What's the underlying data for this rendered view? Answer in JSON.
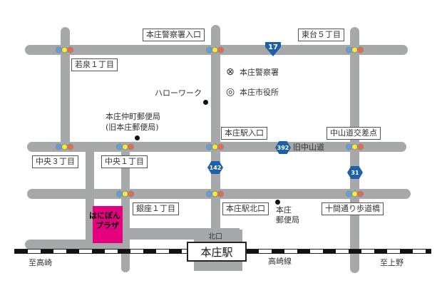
{
  "intersections": {
    "keisatsu_iriguchi": "本庄警察署入口",
    "higashidai": "東台５丁目",
    "wakaizumi": "若泉１丁目",
    "eki_iriguchi": "本庄駅入口",
    "nakasendo_kousaten": "中山道交差点",
    "chuo3": "中央３丁目",
    "chuo1": "中央１丁目",
    "ginza1": "銀座１丁目",
    "eki_kitaguchi": "本庄駅北口",
    "jikken": "十間通り歩道橋"
  },
  "routes": {
    "r17": "17",
    "r392": "392",
    "r142": "142",
    "r31": "31"
  },
  "landmarks": {
    "hellowork": "ハローワーク",
    "police": "本庄警察署",
    "cityhall": "本庄市役所",
    "nakamachi_post": "本庄仲町郵便局",
    "old_post": "(旧本庄郵便局)",
    "honjo": "本庄",
    "post": "郵便局",
    "old_nakasendo": "旧中山道",
    "police_icon": "⊗",
    "cityhall_icon": "◎"
  },
  "plaza": {
    "line1": "はにぽん",
    "line2": "プラザ",
    "color": "#e4007f"
  },
  "station": {
    "name": "本庄駅",
    "north_exit": "北口",
    "line": "高崎線",
    "to_takasaki": "至高崎",
    "to_ueno": "至上野"
  }
}
